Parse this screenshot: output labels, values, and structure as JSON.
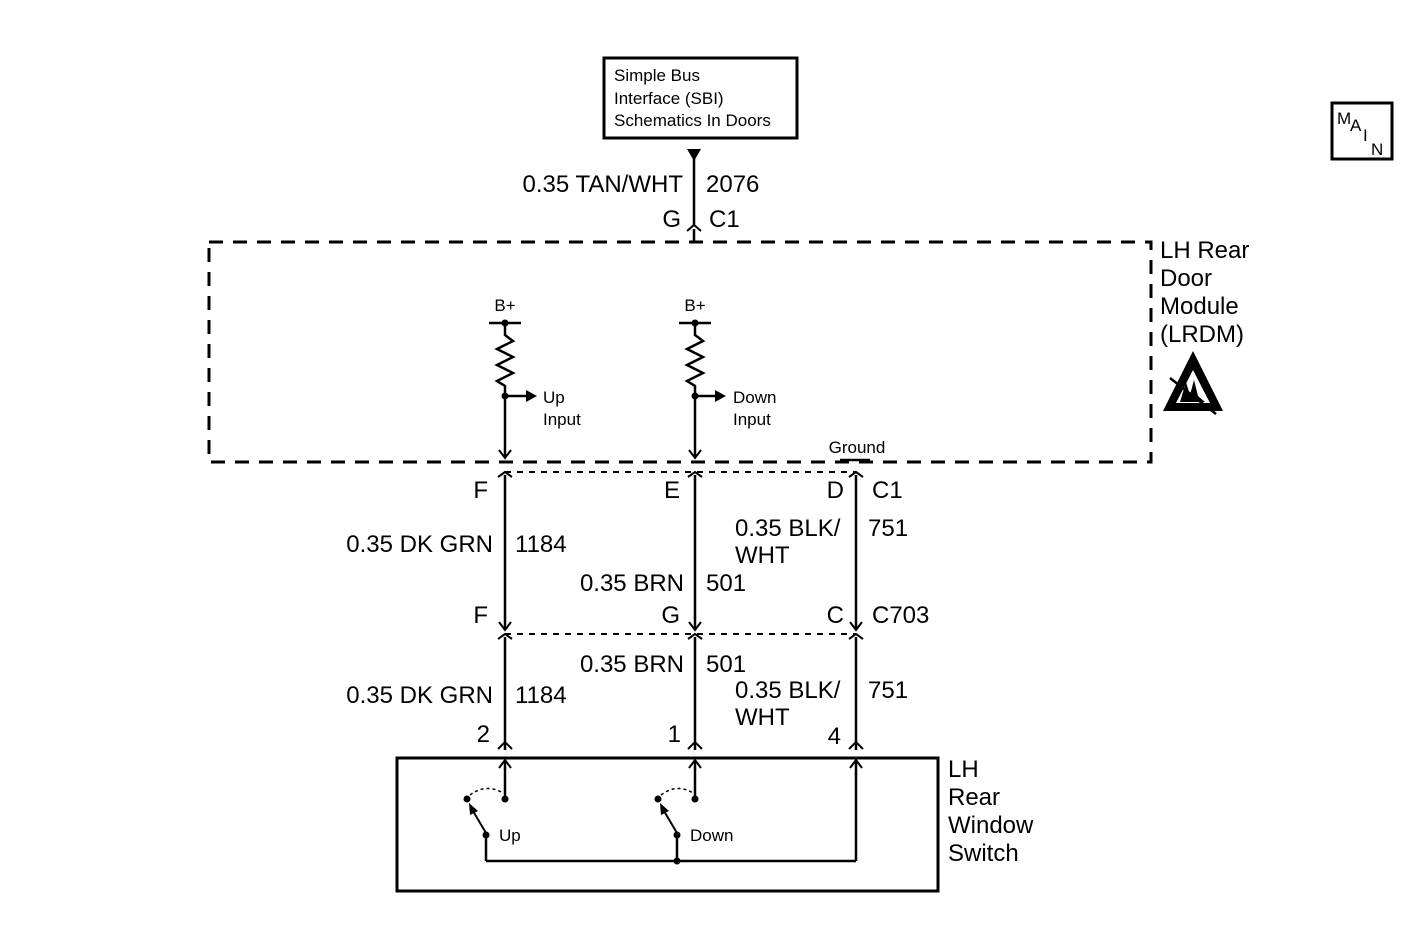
{
  "sbi_box": {
    "line1": "Simple Bus",
    "line2": "Interface (SBI)",
    "line3": "Schematics In Doors"
  },
  "main_icon": {
    "letters": [
      "M",
      "A",
      "I",
      "N"
    ]
  },
  "top_wire": {
    "gauge_color": "0.35 TAN/WHT",
    "circuit": "2076",
    "pin": "G",
    "connector": "C1"
  },
  "lrdm": {
    "line1": "LH Rear",
    "line2": "Door",
    "line3": "Module",
    "line4": "(LRDM)",
    "bplus_up": "B+",
    "bplus_down": "B+",
    "up_input_1": "Up",
    "up_input_2": "Input",
    "down_input_1": "Down",
    "down_input_2": "Input",
    "ground": "Ground"
  },
  "c1": {
    "pin_f": "F",
    "pin_e": "E",
    "pin_d": "D",
    "connector": "C1"
  },
  "upper_wires": {
    "f_gauge_color": "0.35 DK GRN",
    "f_circuit": "1184",
    "e_gauge_color": "0.35 BRN",
    "e_circuit": "501",
    "d_gauge_color_1": "0.35 BLK/",
    "d_gauge_color_2": "WHT",
    "d_circuit": "751"
  },
  "c703": {
    "pin_f": "F",
    "pin_g": "G",
    "pin_c": "C",
    "connector": "C703"
  },
  "lower_wires": {
    "f_gauge_color": "0.35 DK GRN",
    "f_circuit": "1184",
    "e_gauge_color": "0.35 BRN",
    "e_circuit": "501",
    "d_gauge_color_1": "0.35 BLK/",
    "d_gauge_color_2": "WHT",
    "d_circuit": "751",
    "pin_2": "2",
    "pin_1": "1",
    "pin_4": "4"
  },
  "switch": {
    "line1": "LH",
    "line2": "Rear",
    "line3": "Window",
    "line4": "Switch",
    "up_label": "Up",
    "down_label": "Down"
  }
}
